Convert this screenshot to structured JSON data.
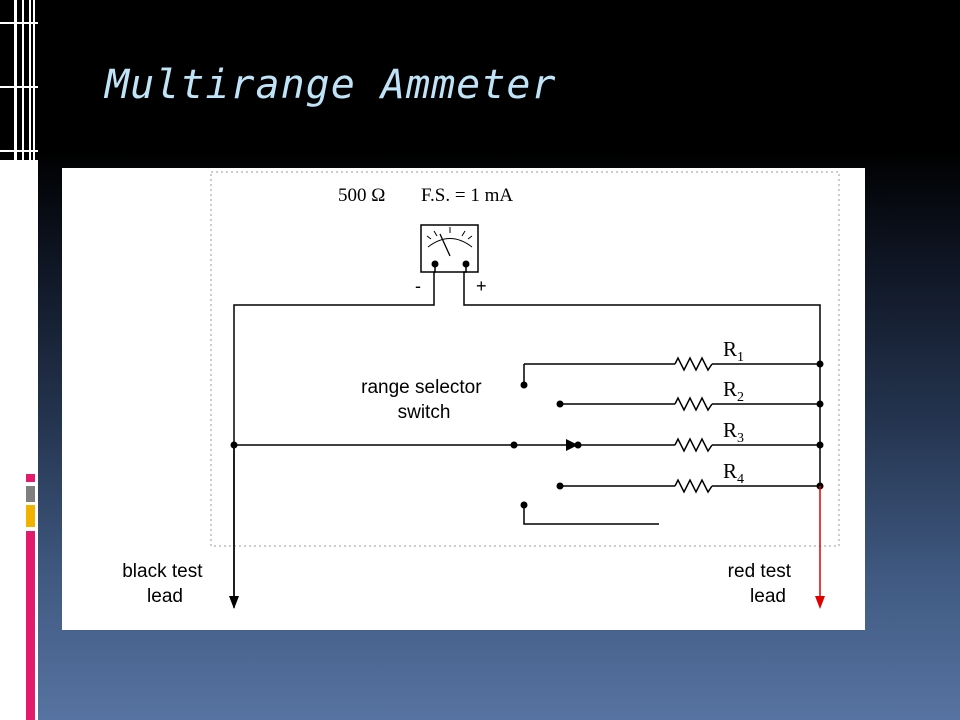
{
  "slide": {
    "title": "Multirange Ammeter",
    "colors": {
      "title": "#bfe3f7",
      "accent_red": "#e31b6d",
      "accent_gray": "#7f7f7f",
      "accent_gold": "#f2b300",
      "red_lead": "#e00000"
    }
  },
  "diagram": {
    "meter": {
      "resistance_label": "500 Ω",
      "full_scale_label": "F.S. = 1 mA",
      "negative_terminal": "-",
      "positive_terminal": "+"
    },
    "switch_label": [
      "range selector",
      "switch"
    ],
    "resistors": [
      {
        "letter": "R",
        "sub": "1"
      },
      {
        "letter": "R",
        "sub": "2"
      },
      {
        "letter": "R",
        "sub": "3"
      },
      {
        "letter": "R",
        "sub": "4"
      }
    ],
    "black_lead_label": [
      "black test",
      "lead"
    ],
    "red_lead_label": [
      "red test",
      "lead"
    ]
  }
}
